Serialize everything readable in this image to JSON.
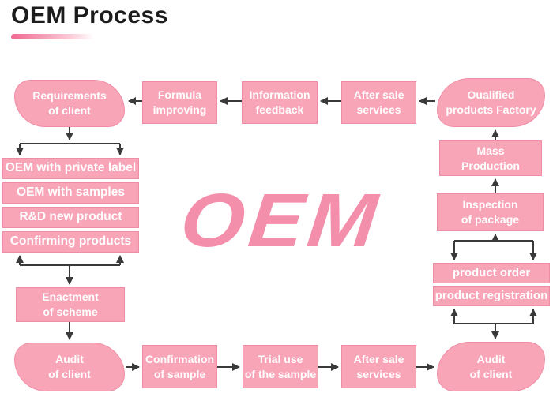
{
  "title": "OEM Process",
  "logo": "OEM",
  "colors": {
    "box-fill": "#f9a5b8",
    "box-border": "#f08da6",
    "box-text": "#ffffff",
    "arrow": "#3a3a3a",
    "logo-pink": "#f48fab",
    "title-text": "#1c1c1c",
    "underline-start": "#f0688f",
    "underline-end": "#fbc9d6"
  },
  "nodes": {
    "requirements": "Requirements\nof client",
    "formula": "Formula\nimproving",
    "feedback": "Information\nfeedback",
    "after_sale_top": "After sale\nservices",
    "factory": "Oualified\nproducts Factory",
    "stack": [
      "OEM with private label",
      "OEM with samples",
      "R&D new product",
      "Confirming products"
    ],
    "enactment": "Enactment\nof scheme",
    "audit_left": "Audit\nof client",
    "confirmation": "Confirmation\nof sample",
    "trial": "Trial use\nof the sample",
    "after_sale_bottom": "After sale\nservices",
    "audit_right": "Audit\nof client",
    "mass_production": "Mass\nProduction",
    "inspection": "Inspection\nof package",
    "product_order": "product order",
    "product_registration": "product registration"
  }
}
